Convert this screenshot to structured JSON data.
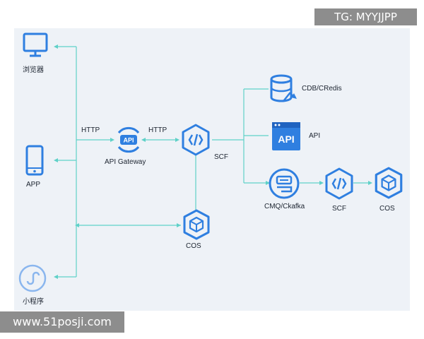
{
  "watermark": {
    "text": "TG: MYYJJPP"
  },
  "site_label": {
    "text": "www.51posji.com"
  },
  "clients": {
    "browser": {
      "label": "浏览器",
      "icon": "monitor-icon"
    },
    "app": {
      "label": "APP",
      "icon": "mobile-phone-icon"
    },
    "miniprogram": {
      "label": "小程序",
      "icon": "mini-program-icon"
    }
  },
  "gateway": {
    "label": "API Gateway",
    "icon": "api-gateway-icon",
    "icon_text": "API"
  },
  "scf_main": {
    "label": "SCF",
    "icon": "serverless-function-icon"
  },
  "cos_bottom": {
    "label": "COS",
    "icon": "cube-storage-icon"
  },
  "db": {
    "label": "CDB/CRedis",
    "icon": "database-icon"
  },
  "api": {
    "label": "API",
    "icon": "api-window-icon",
    "icon_text": "API"
  },
  "mq": {
    "label": "CMQ/Ckafka",
    "icon": "message-queue-icon"
  },
  "scf_right": {
    "label": "SCF",
    "icon": "serverless-function-icon"
  },
  "cos_right": {
    "label": "COS",
    "icon": "cube-storage-icon"
  },
  "edges": {
    "http_left": "HTTP",
    "http_right": "HTTP"
  },
  "colors": {
    "line": "#5fd1c8",
    "icon": "#2f7fe0",
    "canvas": "#eef2f7"
  }
}
